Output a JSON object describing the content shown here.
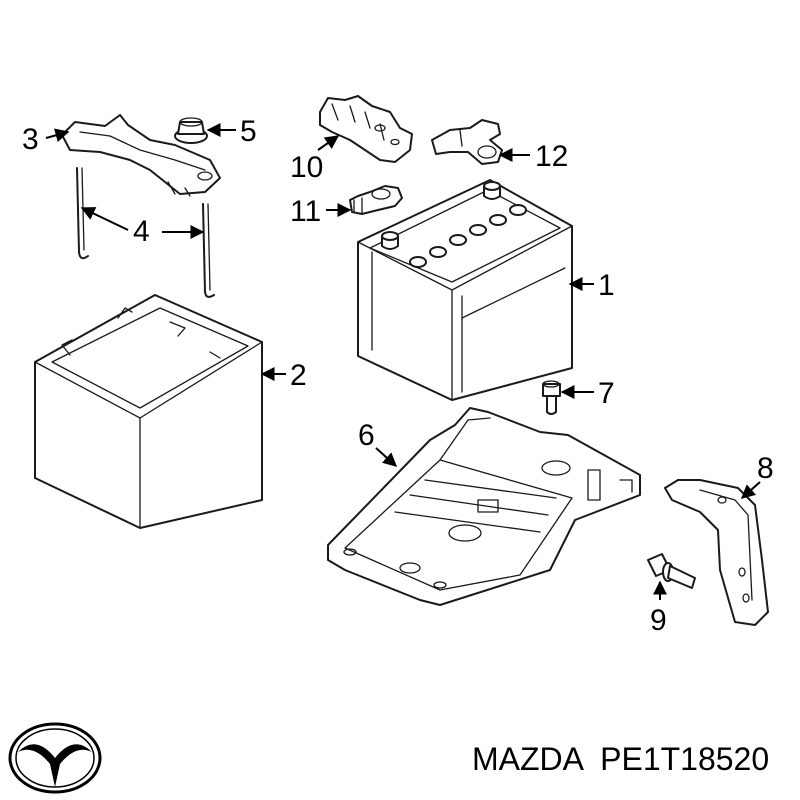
{
  "callouts": [
    "1",
    "2",
    "3",
    "4",
    "5",
    "6",
    "7",
    "8",
    "9",
    "10",
    "11",
    "12"
  ],
  "brand": {
    "logo_icon": "mazda-logo-icon",
    "name": "MAZDA",
    "part_number": "PE1T18520"
  },
  "colors": {
    "line": "#1a1a1a",
    "background": "#ffffff"
  }
}
